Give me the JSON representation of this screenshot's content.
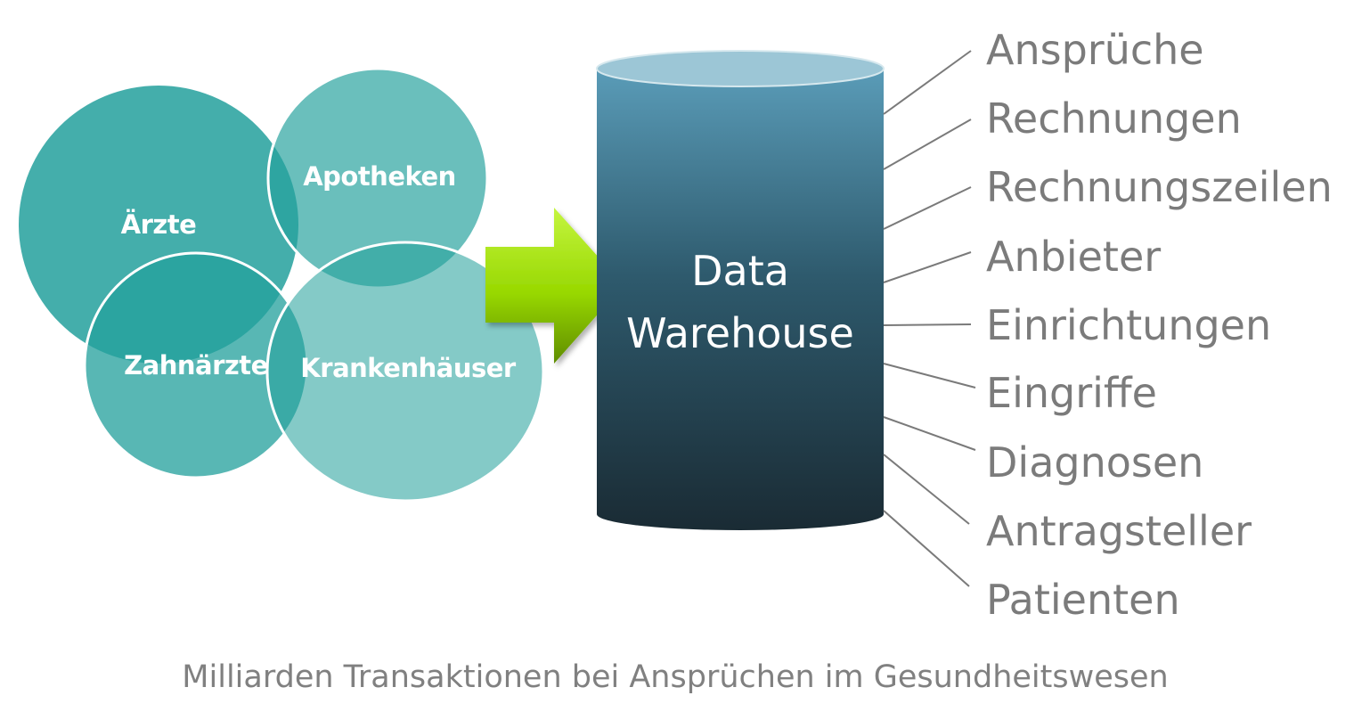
{
  "sources": [
    "Ärzte",
    "Apotheken",
    "Zahnärzte",
    "Krankenhäuser"
  ],
  "warehouse": {
    "line1": "Data",
    "line2": "Warehouse"
  },
  "entities": [
    "Ansprüche",
    "Rechnungen",
    "Rechnungszeilen",
    "Anbieter",
    "Einrichtungen",
    "Eingriffe",
    "Diagnosen",
    "Antragsteller",
    "Patienten"
  ],
  "caption": "Milliarden Transaktionen bei Ansprüchen im Gesundheitswesen",
  "colors": {
    "teal": "#23A09C",
    "arrow_top": "#BEF23A",
    "arrow_bottom": "#6A9800",
    "cylinder_top": "#5A9CB8",
    "cylinder_bottom": "#1B2D37",
    "text_gray": "#7b7b7b"
  }
}
